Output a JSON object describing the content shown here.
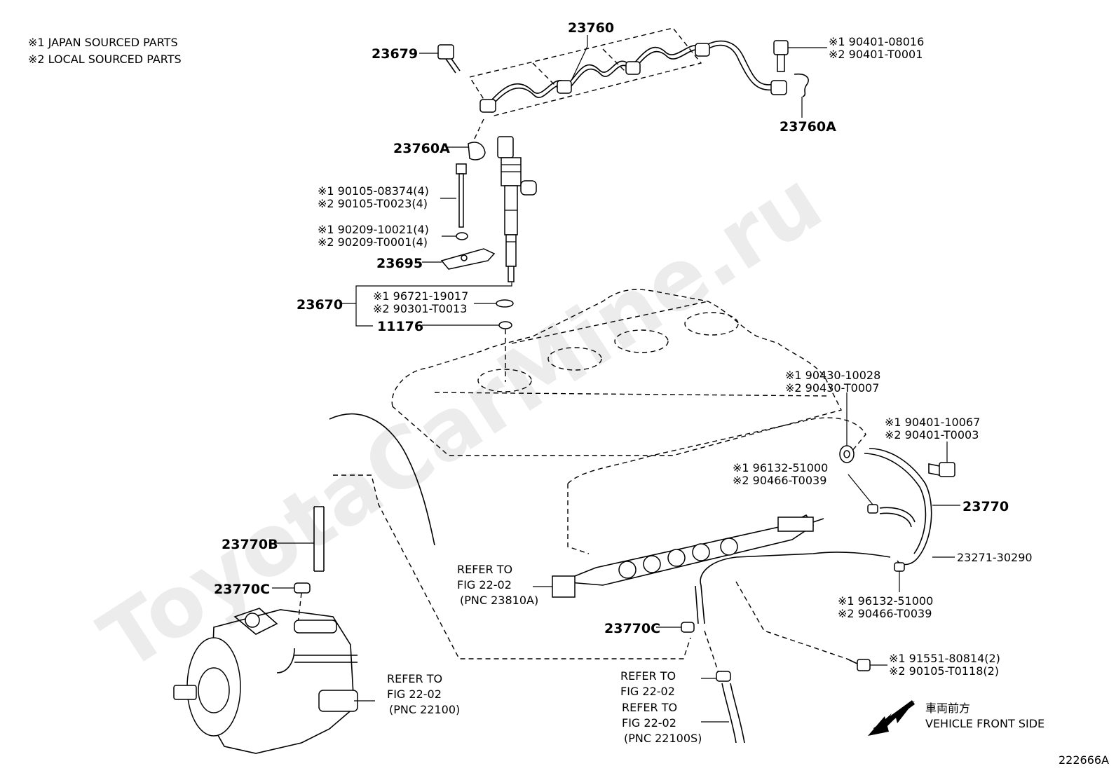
{
  "notes": {
    "note1": "※1 JAPAN SOURCED PARTS",
    "note2": "※2 LOCAL SOURCED PARTS"
  },
  "watermark": "ToyotaCarMine.ru",
  "figure_id": "222666A",
  "direction": {
    "jp": "車両前方",
    "en": "VEHICLE FRONT SIDE"
  },
  "parts": {
    "p23760": "23760",
    "p23679": "23679",
    "p23760A_top": "23760A",
    "p23760A_left": "23760A",
    "p90401_08016": "※1 90401-08016",
    "p90401_T0001": "※2 90401-T0001",
    "p90105_08374": "※1 90105-08374(4)",
    "p90105_T0023": "※2 90105-T0023(4)",
    "p90209_10021": "※1 90209-10021(4)",
    "p90209_T0001": "※2 90209-T0001(4)",
    "p23695": "23695",
    "p23670": "23670",
    "p96721_19017": "※1 96721-19017",
    "p90301_T0013": "※2 90301-T0013",
    "p11176": "11176",
    "p90430_10028": "※1 90430-10028",
    "p90430_T0007": "※2 90430-T0007",
    "p90401_10067": "※1 90401-10067",
    "p90401_T0003": "※2 90401-T0003",
    "p96132_51000_a": "※1 96132-51000",
    "p90466_T0039_a": "※2 90466-T0039",
    "p23770": "23770",
    "p23271_30290": "23271-30290",
    "p96132_51000_b": "※1 96132-51000",
    "p90466_T0039_b": "※2 90466-T0039",
    "p91551_80814": "※1 91551-80814(2)",
    "p90105_T0118": "※2 90105-T0118(2)",
    "p23770B": "23770B",
    "p23770C_left": "23770C",
    "p23770C_mid": "23770C"
  },
  "refers": {
    "rail": {
      "l1": "REFER TO",
      "l2": "FIG 22-02",
      "l3": "(PNC 23810A)"
    },
    "pump": {
      "l1": "REFER TO",
      "l2": "FIG 22-02",
      "l3": "(PNC 22100)"
    },
    "hose1": {
      "l1": "REFER TO",
      "l2": "FIG 22-02"
    },
    "hose2": {
      "l1": "REFER TO",
      "l2": "FIG 22-02",
      "l3": "(PNC 22100S)"
    }
  }
}
